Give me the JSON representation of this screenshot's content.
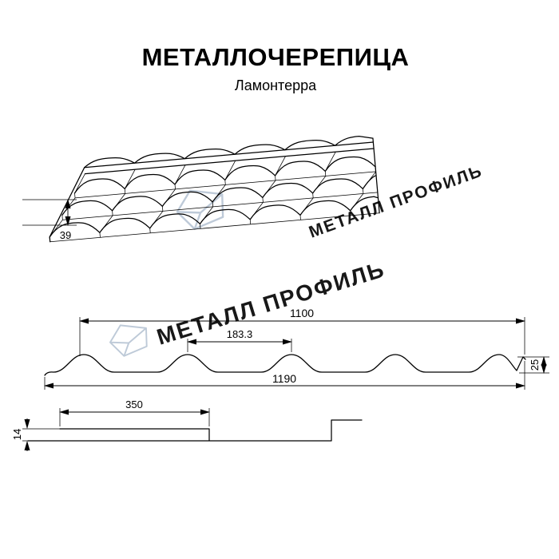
{
  "title": "МЕТАЛЛОЧЕРЕПИЦА",
  "subtitle": "Ламонтерра",
  "watermark": {
    "text": "МЕТАЛЛ ПРОФИЛЬ",
    "color": "#b7c4d4"
  },
  "dimensions": {
    "perspective_step_height": "39",
    "cover_width": "1100",
    "wave_pitch": "183.3",
    "profile_height": "25",
    "overall_width": "1190",
    "module_length": "350",
    "module_step_height": "14"
  }
}
